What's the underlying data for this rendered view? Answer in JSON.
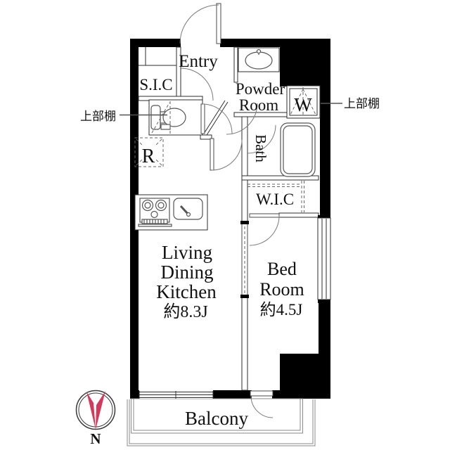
{
  "plan": {
    "type": "apartment-floor-plan",
    "colors": {
      "wall": "#000000",
      "interior_line": "#2e2e2e",
      "fixture_line": "#555555",
      "balcony_line": "#8a8a8a",
      "compass": "#d23a5c",
      "text": "#111111",
      "background": "#ffffff"
    },
    "labels": {
      "entry": "Entry",
      "sic": "S.I.C",
      "powder_line1": "Powder",
      "powder_line2": "Room",
      "washer": "W",
      "bath": "Bath",
      "wic": "W.I.C",
      "ldk_line1": "Living",
      "ldk_line2": "Dining",
      "ldk_line3": "Kitchen",
      "ldk_size": "約8.3J",
      "bed_line1": "Bed",
      "bed_line2": "Room",
      "bed_size": "約4.5J",
      "balcony": "Balcony",
      "fridge": "R",
      "shelf_left": "上部棚",
      "shelf_right": "上部棚",
      "north": "N"
    }
  }
}
